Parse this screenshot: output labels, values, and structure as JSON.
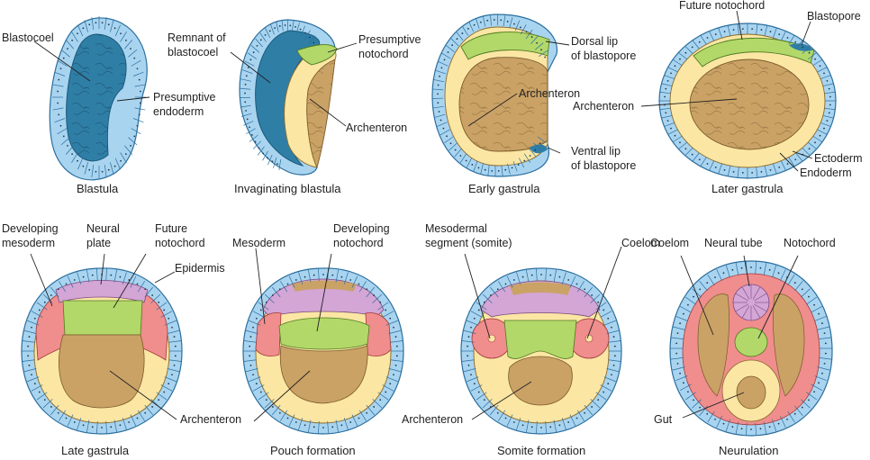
{
  "colors": {
    "ectoderm": "#a9d4f0",
    "ectoderm_edge": "#2b6f9e",
    "blastocoel": "#2f7ea6",
    "endoderm": "#fbe6a4",
    "yolk": "#caa266",
    "notochord": "#b3d86a",
    "mesoderm": "#f08d8d",
    "neural": "#d3a6d6"
  },
  "stages": [
    {
      "caption": "Blastula",
      "labels": [
        "Blastocoel",
        "Presumptive",
        "endoderm"
      ]
    },
    {
      "caption": "Invaginating blastula",
      "labels": [
        "Remnant of",
        "blastocoel",
        "Presumptive",
        "notochord",
        "Archenteron"
      ]
    },
    {
      "caption": "Early gastrula",
      "labels": [
        "Dorsal lip",
        "of blastopore",
        "Archenteron",
        "Ventral lip",
        "of blastopore"
      ]
    },
    {
      "caption": "Later gastrula",
      "labels": [
        "Future notochord",
        "Blastopore",
        "Archenteron",
        "Ectoderm",
        "Endoderm"
      ]
    },
    {
      "caption": "Late gastrula",
      "labels": [
        "Developing",
        "mesoderm",
        "Neural",
        "plate",
        "Future",
        "notochord",
        "Epidermis",
        "Archenteron"
      ]
    },
    {
      "caption": "Pouch formation",
      "labels": [
        "Mesoderm",
        "Developing",
        "notochord"
      ]
    },
    {
      "caption": "Somite formation",
      "labels": [
        "Mesodermal",
        "segment (somite)",
        "Coelom",
        "Archenteron"
      ]
    },
    {
      "caption": "Neurulation",
      "labels": [
        "Neural tube",
        "Notochord",
        "Gut"
      ]
    }
  ]
}
